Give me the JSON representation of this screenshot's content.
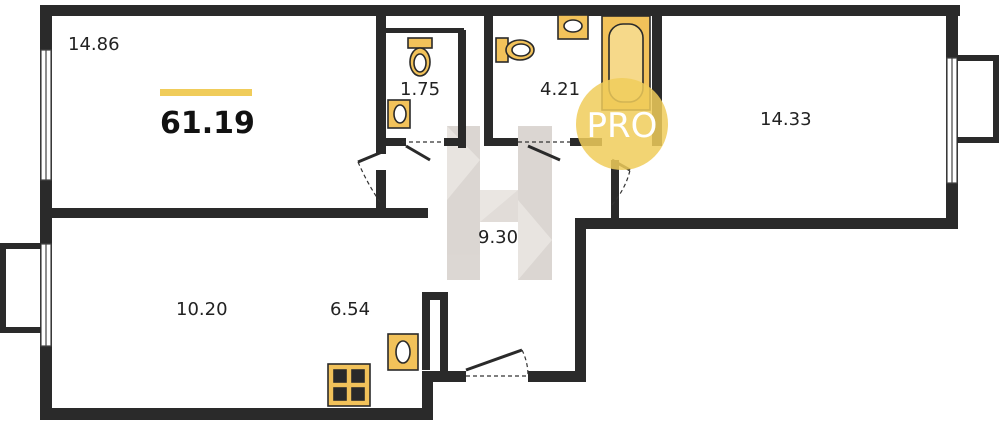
{
  "plan": {
    "total_area": "61.19",
    "rooms": {
      "bedroom_top_left": "14.86",
      "wc": "1.75",
      "bathroom": "4.21",
      "bedroom_right": "14.33",
      "hall": "9.30",
      "living_room": "10.20",
      "kitchen": "6.54"
    },
    "badge": "PRO",
    "colors": {
      "wall": "#2a2a2a",
      "fixture": "#f2c25a",
      "accent": "#f0cc5a",
      "watermark": "#b8aea6"
    }
  }
}
